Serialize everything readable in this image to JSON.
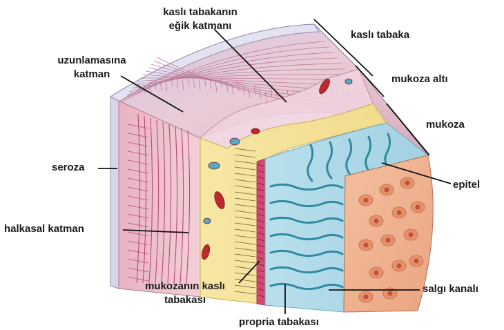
{
  "labels": {
    "kasli_tabakanin": "kaslı tabakanın",
    "egik_katmani": "eğik katmanı",
    "kasli_tabaka": "kaslı tabaka",
    "uzunlamasina": "uzunlamasına",
    "katman": "katman",
    "mukoza_alti": "mukoza altı",
    "mukoza": "mukoza",
    "seroza": "seroza",
    "epitel": "epitel",
    "halkasal_katman": "halkasal katman",
    "mukozanin_kasli": "mukozanın kaslı",
    "tabakasi": "tabakası",
    "salgi_kanali": "salgı kanalı",
    "propria_tabakasi": "propria tabakası"
  },
  "colors": {
    "serosa": "#d9d9ea",
    "muscularis": "#efc2cc",
    "muscle_fibers": "#b8487a",
    "submucosa": "#f3e29a",
    "vessel_red": "#c0282e",
    "vessel_blue": "#5aa7c4",
    "mucosa": "#a9d6e6",
    "glands": "#2f8a9e",
    "epithelium": "#f0b08e",
    "pit": "#c44f3c",
    "leader_line": "#111111"
  }
}
